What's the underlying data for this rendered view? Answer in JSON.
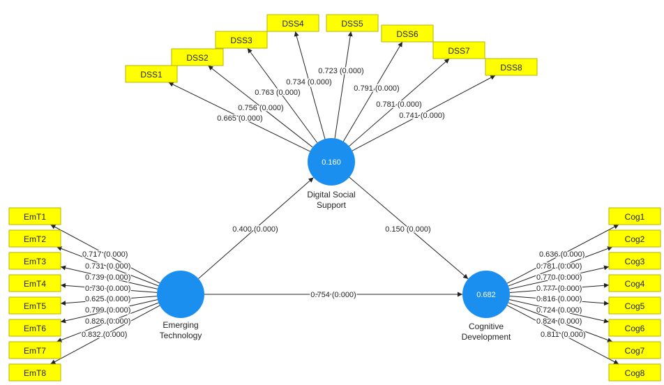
{
  "latent": [
    {
      "id": "dss",
      "name": [
        "Digital Social",
        "Support"
      ],
      "r2": "0.160"
    },
    {
      "id": "emt",
      "name": [
        "Emerging",
        "Technology"
      ],
      "r2": ""
    },
    {
      "id": "cog",
      "name": [
        "Cognitive",
        "Development"
      ],
      "r2": "0.682"
    }
  ],
  "indicators": {
    "dss": [
      {
        "label": "DSS1",
        "loading": "0.665 (0.000)"
      },
      {
        "label": "DSS2",
        "loading": "0.756 (0.000)"
      },
      {
        "label": "DSS3",
        "loading": "0.763 (0.000)"
      },
      {
        "label": "DSS4",
        "loading": "0.734 (0.000)"
      },
      {
        "label": "DSS5",
        "loading": "0.723 (0.000)"
      },
      {
        "label": "DSS6",
        "loading": "0.791 (0.000)"
      },
      {
        "label": "DSS7",
        "loading": "0.781 (0.000)"
      },
      {
        "label": "DSS8",
        "loading": "0.741 (0.000)"
      }
    ],
    "emt": [
      {
        "label": "EmT1",
        "loading": "0.717 (0.000)"
      },
      {
        "label": "EmT2",
        "loading": "0.731 (0.000)"
      },
      {
        "label": "EmT3",
        "loading": "0.739 (0.000)"
      },
      {
        "label": "EmT4",
        "loading": "0.730 (0.000)"
      },
      {
        "label": "EmT5",
        "loading": "0.625 (0.000)"
      },
      {
        "label": "EmT6",
        "loading": "0.799 (0.000)"
      },
      {
        "label": "EmT7",
        "loading": "0.826 (0.000)"
      },
      {
        "label": "EmT8",
        "loading": "0.832 (0.000)"
      }
    ],
    "cog": [
      {
        "label": "Cog1",
        "loading": "0.636 (0.000)"
      },
      {
        "label": "Cog2",
        "loading": "0.781 (0.000)"
      },
      {
        "label": "Cog3",
        "loading": "0.770 (0.000)"
      },
      {
        "label": "Cog4",
        "loading": "0.777 (0.000)"
      },
      {
        "label": "Cog5",
        "loading": "0.816 (0.000)"
      },
      {
        "label": "Cog6",
        "loading": "0.724 (0.000)"
      },
      {
        "label": "Cog7",
        "loading": "0.824 (0.000)"
      },
      {
        "label": "Cog8",
        "loading": "0.811 (0.000)"
      }
    ]
  },
  "paths": [
    {
      "from": "emt",
      "to": "dss",
      "value": "0.400 (0.000)"
    },
    {
      "from": "dss",
      "to": "cog",
      "value": "0.150 (0.000)"
    },
    {
      "from": "emt",
      "to": "cog",
      "value": "0.754 (0.000)"
    }
  ],
  "colors": {
    "indicator_fill": "#ffff00",
    "latent_fill": "#1a8fef"
  }
}
